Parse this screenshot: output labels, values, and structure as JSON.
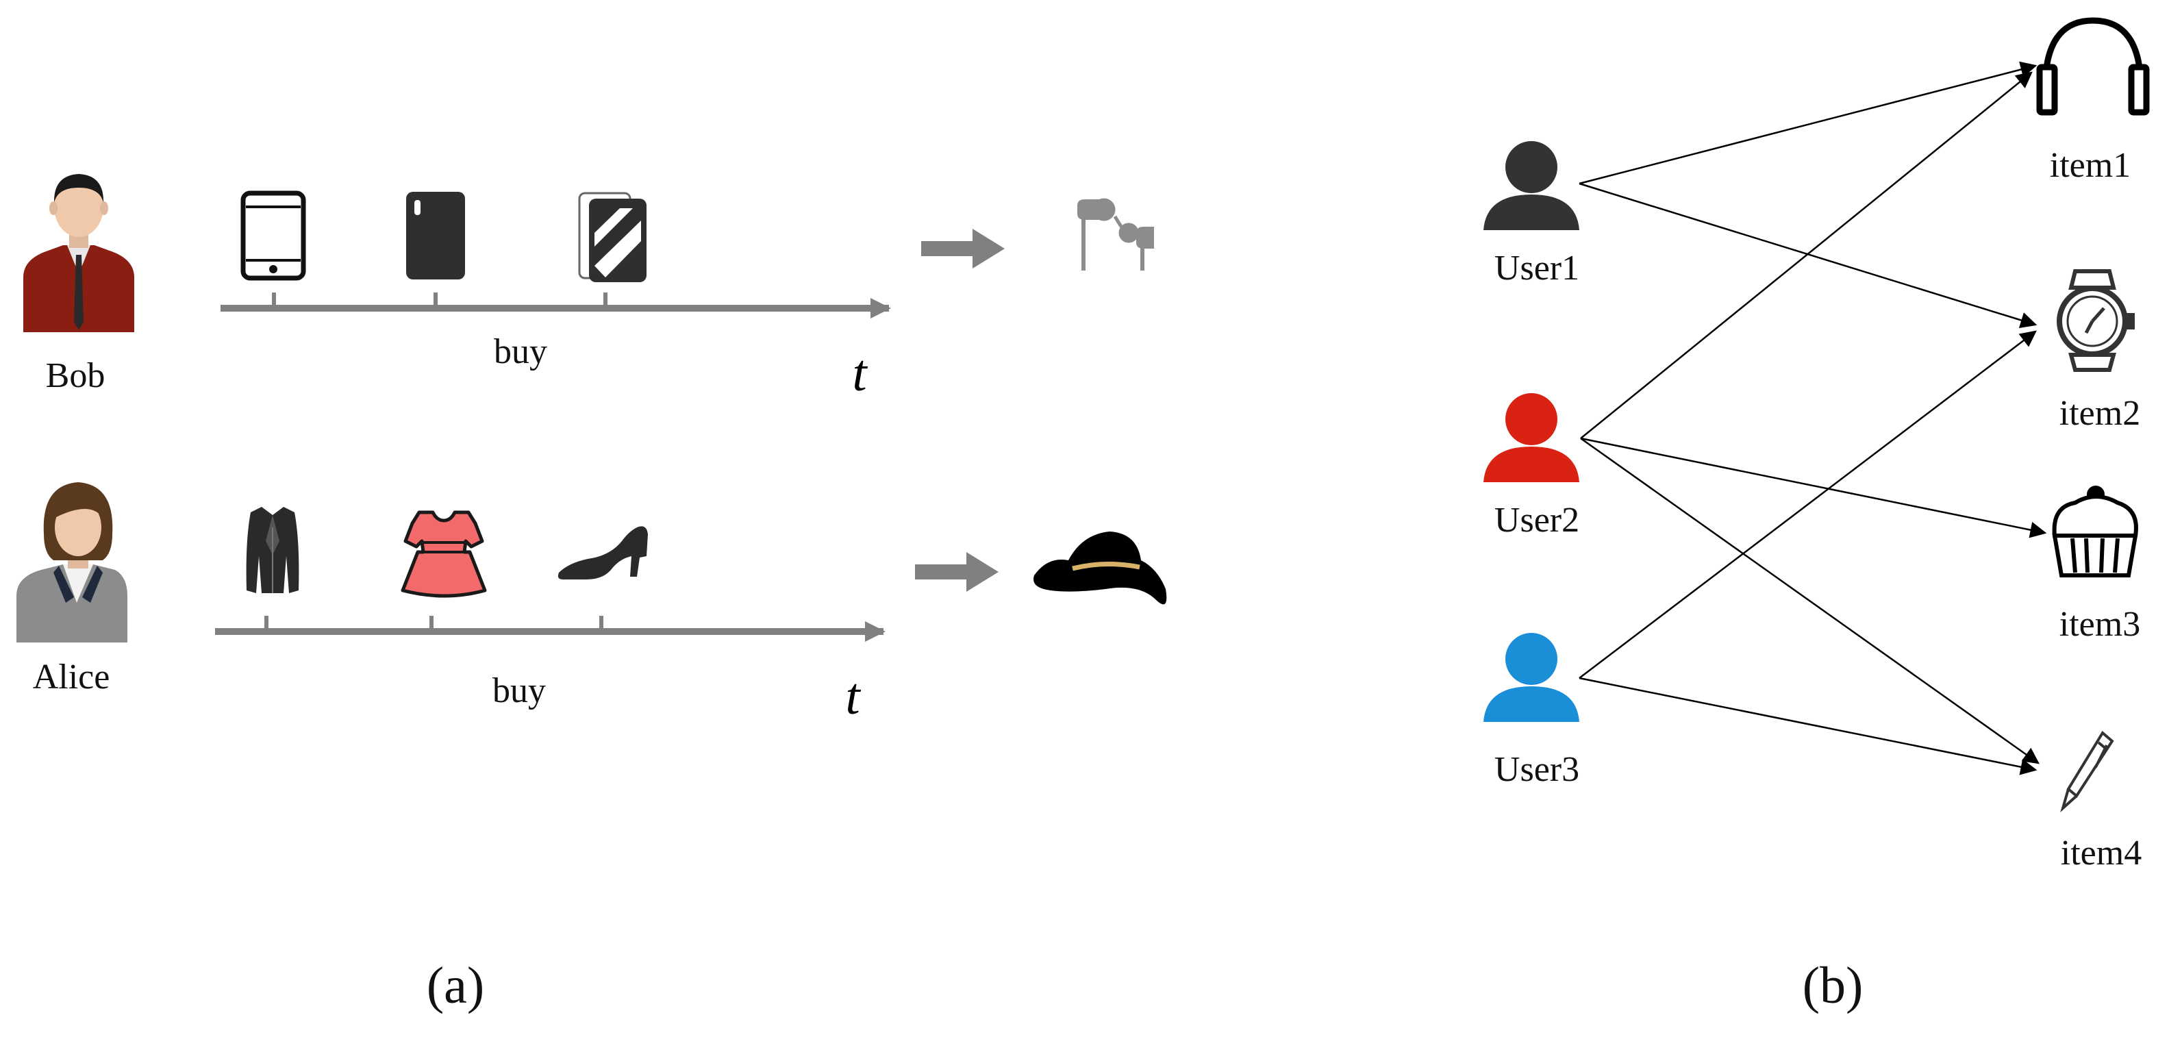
{
  "panel_a": {
    "caption": "(a)",
    "rows": [
      {
        "user": "Bob",
        "action": "buy",
        "time_symbol": "t",
        "purchases": [
          "tablet-icon",
          "phone-icon",
          "phone-case-icon"
        ],
        "recommendation": "earphones-icon"
      },
      {
        "user": "Alice",
        "action": "buy",
        "time_symbol": "t",
        "purchases": [
          "suit-jacket-icon",
          "dress-icon",
          "high-heel-shoe-icon"
        ],
        "recommendation": "sun-hat-icon"
      }
    ]
  },
  "panel_b": {
    "caption": "(b)",
    "users": [
      {
        "label": "User1",
        "color": "#333333"
      },
      {
        "label": "User2",
        "color": "#d92212"
      },
      {
        "label": "User3",
        "color": "#1a8fd8"
      }
    ],
    "items": [
      {
        "label": "item1",
        "icon": "headphones-icon"
      },
      {
        "label": "item2",
        "icon": "watch-icon"
      },
      {
        "label": "item3",
        "icon": "cupcake-icon"
      },
      {
        "label": "item4",
        "icon": "pen-icon"
      }
    ],
    "edges": [
      {
        "from": "User1",
        "to": "item1"
      },
      {
        "from": "User1",
        "to": "item2"
      },
      {
        "from": "User2",
        "to": "item1"
      },
      {
        "from": "User2",
        "to": "item3"
      },
      {
        "from": "User2",
        "to": "item4"
      },
      {
        "from": "User3",
        "to": "item2"
      },
      {
        "from": "User3",
        "to": "item4"
      }
    ]
  },
  "colors": {
    "timeline": "#808080",
    "bob_shirt": "#8b1e12",
    "alice_jacket": "#8c8c8c",
    "dress": "#f26a6a",
    "hat_band": "#d9b26a"
  }
}
